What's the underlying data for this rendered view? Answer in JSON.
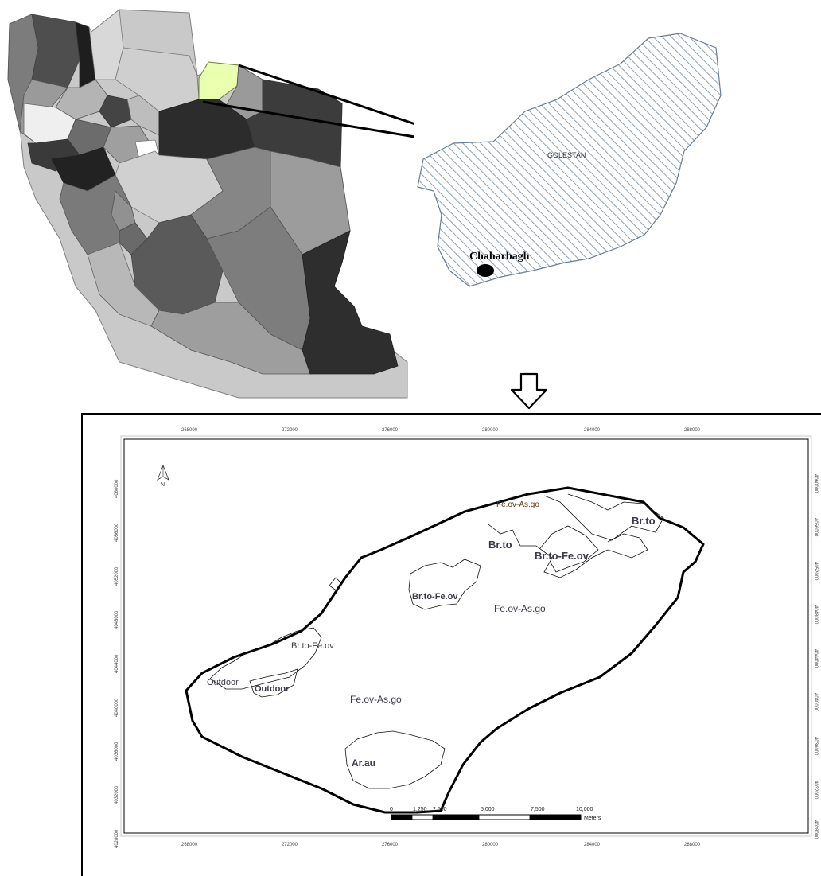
{
  "inset_map": {
    "region_name": "GOLESTAN",
    "site_name": "Chaharbagh",
    "colors": {
      "province_highlight": "#eaffb0",
      "hatch": "#8fa2b6",
      "site_marker": "#000000"
    }
  },
  "transition_icon": "down-arrow-icon",
  "vegetation_map": {
    "north_arrow_label": "N",
    "top_ticks": [
      "268000",
      "272000",
      "276000",
      "280000",
      "284000",
      "288000"
    ],
    "bottom_ticks": [
      "268000",
      "272000",
      "276000",
      "280000",
      "284000",
      "288000"
    ],
    "left_ticks": [
      "4060000",
      "4056000",
      "4052000",
      "4048000",
      "4044000",
      "4040000",
      "4036000",
      "4032000",
      "4028000"
    ],
    "right_ticks": [
      "4060000",
      "4056000",
      "4052000",
      "4048000",
      "4044000",
      "4040000",
      "4036000",
      "4032000",
      "4028000"
    ],
    "labels": {
      "fe_ov_as_go_north": "Fe.ov-As.go",
      "br_to_east": "Br.to",
      "br_to_center": "Br.to",
      "br_to_fe_ov_northeast": "Br.to-Fe.ov",
      "br_to_fe_ov_middle": "Br.to-Fe.ov",
      "fe_ov_as_go_east": "Fe.ov-As.go",
      "br_to_fe_ov_west": "Br.to-Fe.ov",
      "outdoor_west": "Outdoor",
      "outdoor_center": "Outdoor",
      "fe_ov_as_go_south": "Fe.ov-As.go",
      "ar_au": "Ar.au"
    },
    "scale_bar": {
      "ticks": [
        "0",
        "1,250",
        "2,500",
        "5,000",
        "7,500",
        "10,000"
      ],
      "unit": "Meters"
    },
    "colors": {
      "label_text": "#3a3a48",
      "label_accent": "#5a3c10",
      "boundary": "#000000"
    }
  }
}
